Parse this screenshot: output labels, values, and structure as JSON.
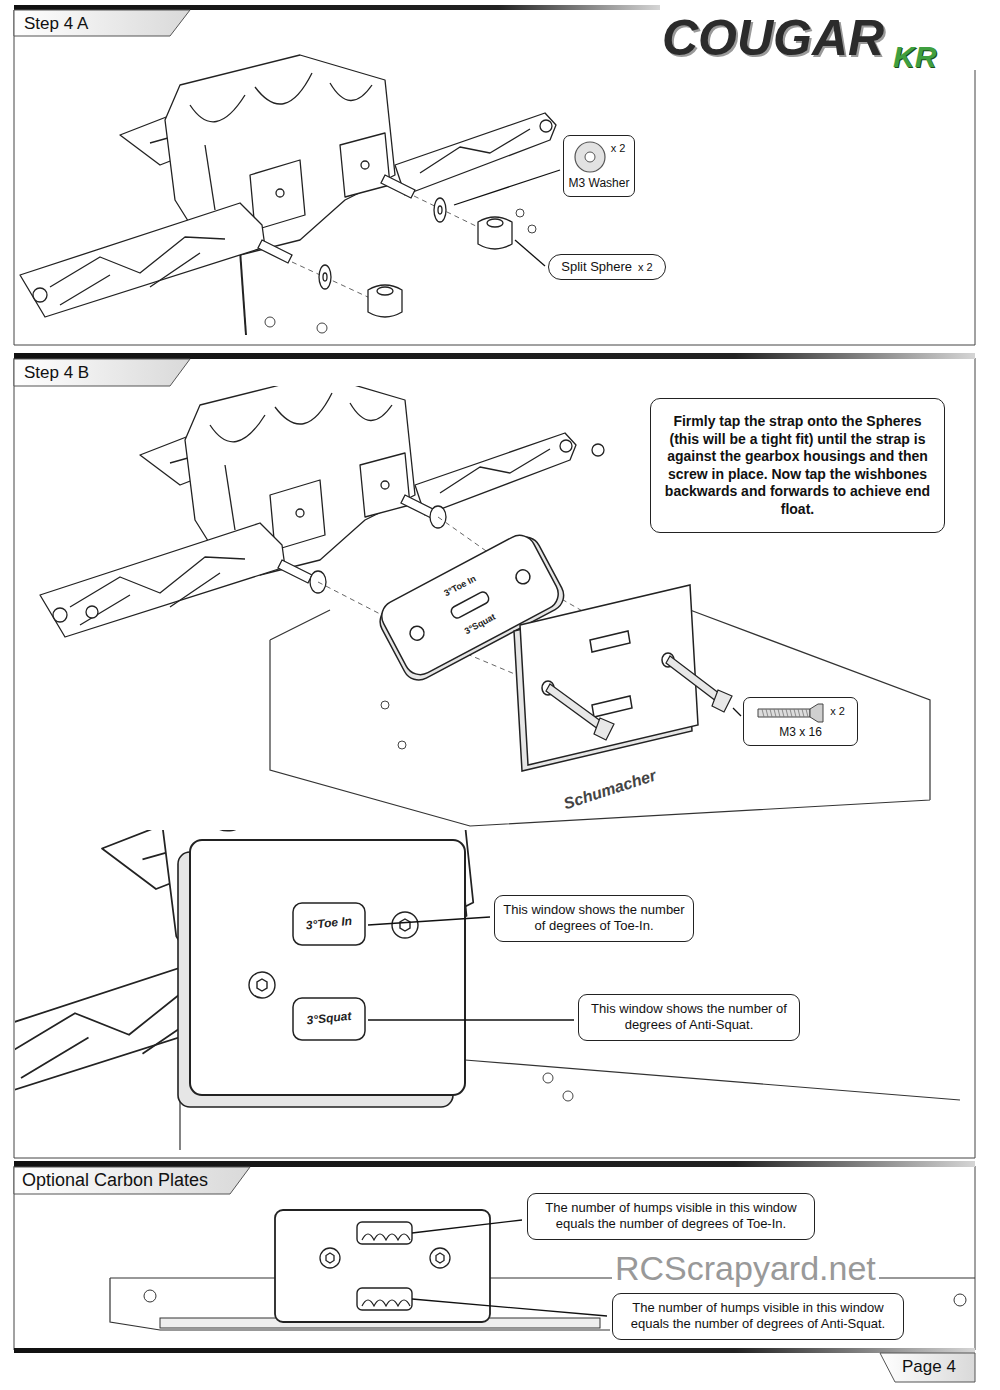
{
  "diagram": {
    "nodes": [
      {
        "text": [
          "x 2",
          "M3 Washer"
        ]
      },
      {
        "text": [
          "Split Sphere",
          "x 2"
        ]
      },
      {
        "text": [
          "Firmly tap the strap onto the Spheres (this will be a tight fit) until the strap is against the gearbox housings and then screw in place. Now tap the wishbones backwards and forwards to achieve end float."
        ]
      },
      {
        "text": [
          "x 2",
          "M3 x 16"
        ]
      },
      {
        "text": [
          "This window shows the number of degrees of Toe-In."
        ]
      },
      {
        "text": [
          "This window shows the number of degrees of Anti-Squat."
        ]
      },
      {
        "text": [
          "The number of humps visible in this window equals the number of degrees of Toe-In."
        ]
      },
      {
        "text": [
          "The number of humps visible in this window equals the number of degrees of Anti-Squat."
        ]
      }
    ],
    "labels": [
      "COUGAR",
      "KR",
      "Step 4 A",
      "Step 4 B",
      "3°Toe In",
      "3°Squat",
      "Schumacher",
      "3°Toe In",
      "3°Squat",
      "Optional Carbon Plates",
      "RCScrapyard.net",
      "Page 4"
    ]
  }
}
